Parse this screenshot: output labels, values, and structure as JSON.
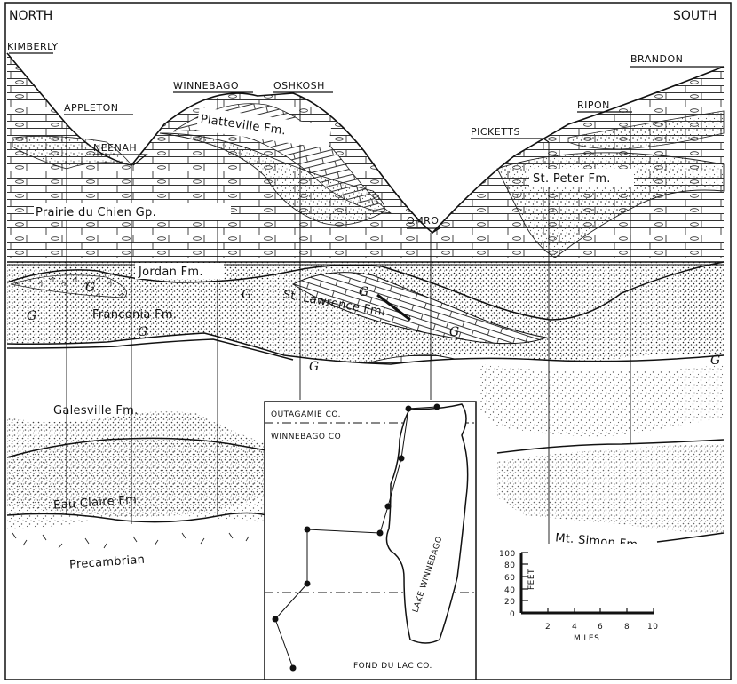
{
  "directions": {
    "left": "NORTH",
    "right": "SOUTH"
  },
  "towns": [
    "KIMBERLY",
    "APPLETON",
    "NEENAH",
    "WINNEBAGO",
    "OSHKOSH",
    "OMRO",
    "PICKETTS",
    "RIPON",
    "BRANDON"
  ],
  "formations": {
    "platteville": "Platteville Fm.",
    "prairie_du_chien": "Prairie du Chien Gp.",
    "st_peter": "St. Peter Fm.",
    "jordan": "Jordan Fm.",
    "franconia": "Franconia Fm.",
    "st_lawrence": "St. Lawrence Fm.",
    "galesville": "Galesville Fm.",
    "eau_claire": "Eau Claire Fm.",
    "mt_simon": "Mt. Simon Fm",
    "precambrian": "Precambrian"
  },
  "glauconite_symbol": "G",
  "inset_map": {
    "county_north": "OUTAGAMIE CO.",
    "county_middle": "WINNEBAGO CO",
    "county_south": "FOND DU LAC CO.",
    "lake": "LAKE WINNEBAGO"
  },
  "scale": {
    "vertical_label": "FEET",
    "vertical_ticks": [
      "100",
      "80",
      "60",
      "40",
      "20",
      "0"
    ],
    "horizontal_label": "MILES",
    "horizontal_ticks": [
      "2",
      "4",
      "6",
      "8",
      "10"
    ]
  }
}
